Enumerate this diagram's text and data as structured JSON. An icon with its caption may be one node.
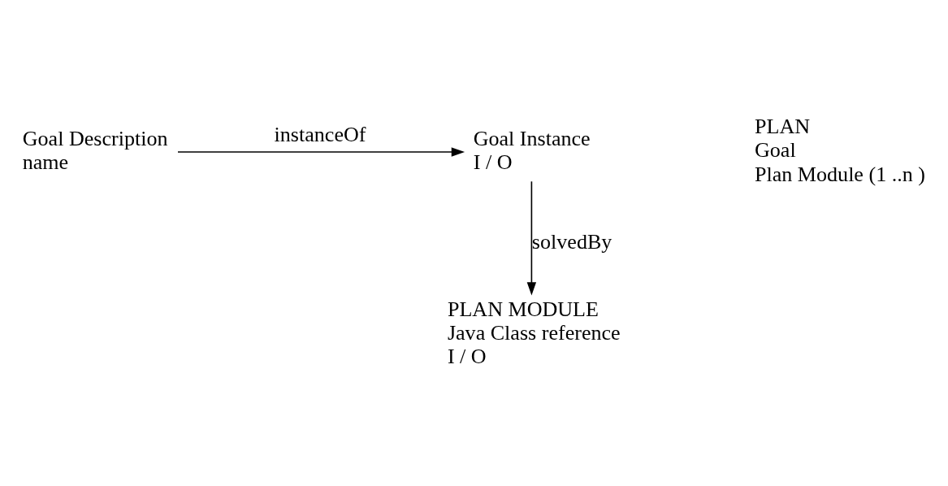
{
  "diagram": {
    "nodes": [
      {
        "text": [
          "Goal Description",
          "name"
        ]
      },
      {
        "text": [
          "Goal Instance",
          "I / O"
        ]
      },
      {
        "text": [
          "PLAN",
          "Goal",
          "Plan Module (1 ..n )"
        ]
      },
      {
        "text": [
          "PLAN MODULE",
          "Java Class reference",
          "I / O"
        ]
      }
    ],
    "edges": [
      {
        "from": 0,
        "to": 1,
        "arrow": "to",
        "label": "instanceOf"
      },
      {
        "from": 1,
        "to": 3,
        "arrow": "to",
        "label": "solvedBy"
      }
    ]
  }
}
